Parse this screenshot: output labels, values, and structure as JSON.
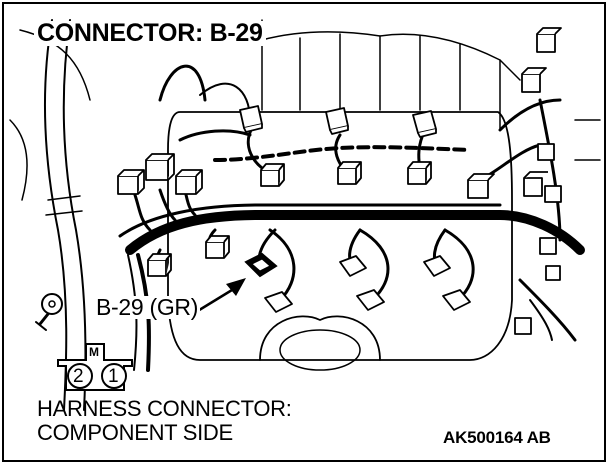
{
  "diagram": {
    "title": "CONNECTOR: B-29",
    "callout_label": "B-29 (GR)",
    "caption_line1": "HARNESS CONNECTOR:",
    "caption_line2": "COMPONENT SIDE",
    "figure_code": "AK500164 AB",
    "connector_face": {
      "marker": "M",
      "pins": [
        "2",
        "1"
      ]
    }
  },
  "colors": {
    "line": "#000000",
    "background": "#ffffff"
  }
}
